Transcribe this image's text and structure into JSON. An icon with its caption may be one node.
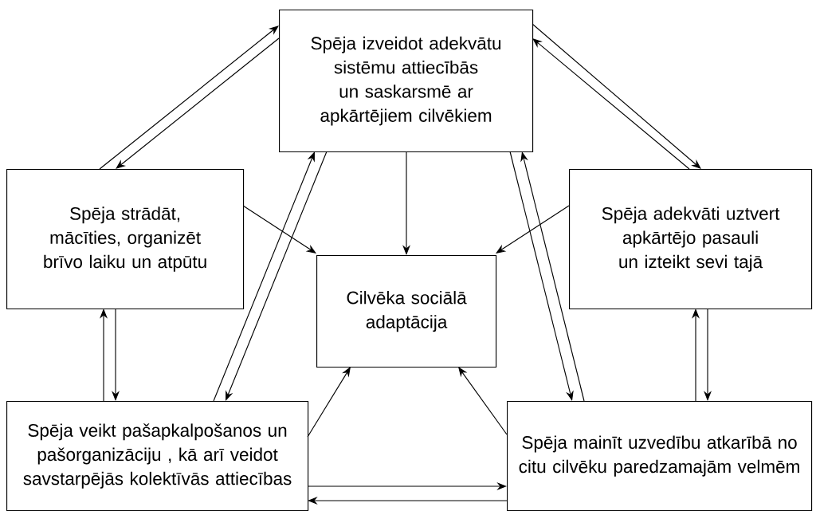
{
  "diagram": {
    "nodes": [
      {
        "text": [
          "Spēja izveidot adekvātu sistēmu attiecībās un saskarsmē ar apkārtējiem cilvēkiem"
        ]
      },
      {
        "text": [
          "Spēja strādāt, mācīties, organizēt brīvo laiku un atpūtu"
        ]
      },
      {
        "text": [
          "Spēja adekvāti uztvert apkārtējo pasauli un izteikt sevi tajā"
        ]
      },
      {
        "text": [
          "Cilvēka sociālā adaptācija"
        ]
      },
      {
        "text": [
          "Spēja veikt pašapkalpošanos un pašorganizāciju , kā arī veidot savstarpējās kolektīvās attiecības"
        ]
      },
      {
        "text": [
          "Spēja mainīt uzvedību atkarībā no citu cilvēku paredzamajām velmēm"
        ]
      }
    ],
    "edges": [
      {
        "from": 1,
        "to": 0,
        "arrow": "to"
      },
      {
        "from": 0,
        "to": 1,
        "arrow": "to"
      },
      {
        "from": 0,
        "to": 2,
        "arrow": "to"
      },
      {
        "from": 2,
        "to": 0,
        "arrow": "to"
      },
      {
        "from": 0,
        "to": 3,
        "arrow": "to"
      },
      {
        "from": 1,
        "to": 3,
        "arrow": "to"
      },
      {
        "from": 2,
        "to": 3,
        "arrow": "to"
      },
      {
        "from": 4,
        "to": 3,
        "arrow": "to"
      },
      {
        "from": 5,
        "to": 3,
        "arrow": "to"
      },
      {
        "from": 4,
        "to": 0,
        "arrow": "to"
      },
      {
        "from": 0,
        "to": 4,
        "arrow": "to"
      },
      {
        "from": 0,
        "to": 5,
        "arrow": "to"
      },
      {
        "from": 5,
        "to": 0,
        "arrow": "to"
      },
      {
        "from": 4,
        "to": 1,
        "arrow": "to"
      },
      {
        "from": 1,
        "to": 4,
        "arrow": "to"
      },
      {
        "from": 5,
        "to": 2,
        "arrow": "to"
      },
      {
        "from": 2,
        "to": 5,
        "arrow": "to"
      },
      {
        "from": 4,
        "to": 5,
        "arrow": "to"
      },
      {
        "from": 5,
        "to": 4,
        "arrow": "to"
      }
    ]
  }
}
